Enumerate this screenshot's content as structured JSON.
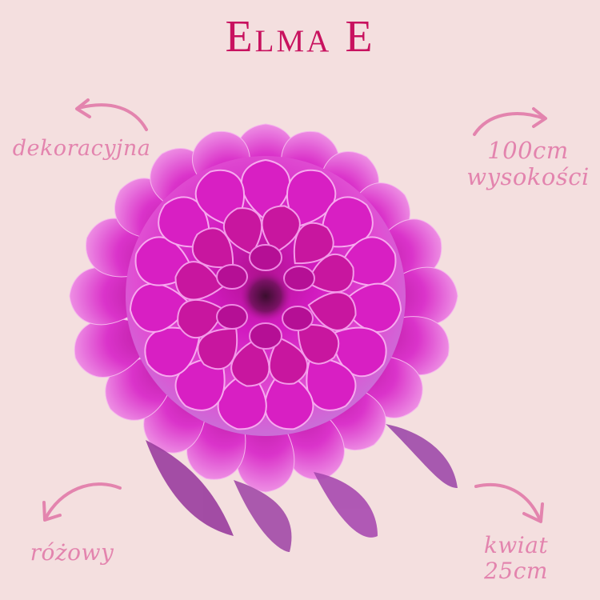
{
  "title": "Elma E",
  "labels": {
    "type": "dekoracyjna",
    "height_value": "100cm",
    "height_word": "wysokości",
    "color": "różowy",
    "flower_word": "kwiat",
    "flower_size": "25cm"
  },
  "image": {
    "subject": "pink-magenta dahlia flower head"
  },
  "colors": {
    "background": "#f4dfdf",
    "title": "#c8125f",
    "labels_and_arrows": "#e384ae",
    "petal_primary": "#d21bc0",
    "petal_light": "#f08ae6",
    "petal_shadow": "#8d1e8d",
    "center": "#4a1237"
  }
}
